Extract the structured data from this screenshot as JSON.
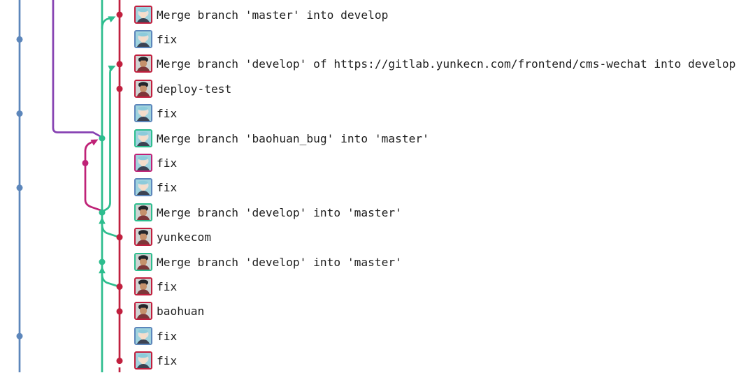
{
  "page": {
    "background": "#ffffff",
    "text_color": "#1e1e1e"
  },
  "colors": {
    "blue": "#5c86bb",
    "purple": "#8641b2",
    "pink": "#bf2277",
    "green": "#2dbd8e",
    "red": "#c01f3e"
  },
  "graph": {
    "description": "git branch graph with five colored lanes; arrows mark merge targets",
    "lane_colors_in_order": [
      "blue",
      "purple",
      "pink",
      "green",
      "green",
      "red"
    ]
  },
  "commits": [
    {
      "message": "Merge branch 'master' into develop",
      "lane": "red",
      "avatar": "illustration"
    },
    {
      "message": "fix",
      "lane": "blue",
      "avatar": "illustration"
    },
    {
      "message": "Merge branch 'develop' of https://gitlab.yunkecn.com/frontend/cms-wechat into develop",
      "lane": "red",
      "avatar": "photo"
    },
    {
      "message": "deploy-test",
      "lane": "red",
      "avatar": "photo"
    },
    {
      "message": "fix",
      "lane": "blue",
      "avatar": "illustration"
    },
    {
      "message": "Merge branch 'baohuan_bug' into 'master'",
      "lane": "green",
      "avatar": "illustration"
    },
    {
      "message": "fix",
      "lane": "pink",
      "avatar": "illustration"
    },
    {
      "message": "fix",
      "lane": "blue",
      "avatar": "illustration"
    },
    {
      "message": "Merge branch 'develop' into 'master'",
      "lane": "green",
      "avatar": "photo"
    },
    {
      "message": "yunkecom",
      "lane": "red",
      "avatar": "photo"
    },
    {
      "message": "Merge branch 'develop' into 'master'",
      "lane": "green",
      "avatar": "photo"
    },
    {
      "message": "fix",
      "lane": "red",
      "avatar": "photo"
    },
    {
      "message": "baohuan",
      "lane": "red",
      "avatar": "photo"
    },
    {
      "message": "fix",
      "lane": "blue",
      "avatar": "illustration"
    },
    {
      "message": "fix",
      "lane": "red",
      "avatar": "illustration"
    }
  ]
}
